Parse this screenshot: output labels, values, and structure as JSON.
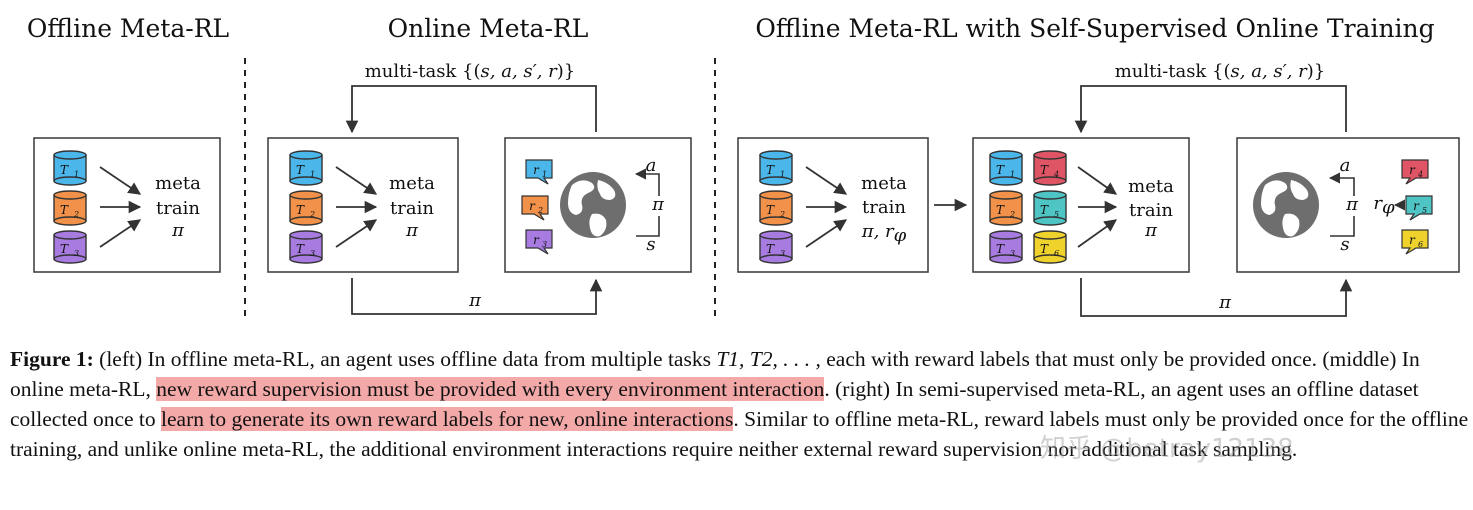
{
  "titles": {
    "offline": "Offline Meta-RL",
    "online": "Online Meta-RL",
    "self_supervised": "Offline Meta-RL with Self-Supervised Online Training"
  },
  "labels": {
    "multitask_prefix": "multi-task {(",
    "multitask_math": "s, a, s′, r",
    "multitask_suffix": ")}",
    "meta": "meta",
    "train": "train",
    "pi": "π",
    "pi_rphi": "π, r",
    "phi": "φ",
    "a": "a",
    "s": "s",
    "r_phi": "r",
    "T": "T",
    "r": "r"
  },
  "task_subscripts": [
    "1",
    "2",
    "3",
    "4",
    "5",
    "6"
  ],
  "colors": {
    "task1": "#4ab6ea",
    "task2": "#f2914a",
    "task3": "#a77be0",
    "task4": "#e05566",
    "task5": "#4fc4c4",
    "task6": "#efd22c",
    "highlight": "#f4a9a9",
    "globe": "#6e6e6e"
  },
  "icons": [
    "database-icon",
    "speech-bubble-icon",
    "globe-icon",
    "arrow-icon"
  ],
  "caption": {
    "figure_label": "Figure 1:",
    "p1": " (left) In offline meta-RL, an agent uses offline data from multiple tasks ",
    "tasks_math": "T1, T2, . . . ,",
    "p2": " each with reward labels that must only be provided once. (middle) In online meta-RL, ",
    "h1": "new reward supervision must be provided with every environment interaction",
    "p3": ". (right) In semi-supervised meta-RL, an agent uses an offline dataset collected once to ",
    "h2": "learn to generate its own reward labels for new, online interactions",
    "p4": ". Similar to offline meta-RL, reward labels must only be provided once for the offline training, and unlike online meta-RL, the additional environment interactions require neither external reward supervision nor additional task sampling.",
    "watermark": "知乎 @betray12138"
  }
}
